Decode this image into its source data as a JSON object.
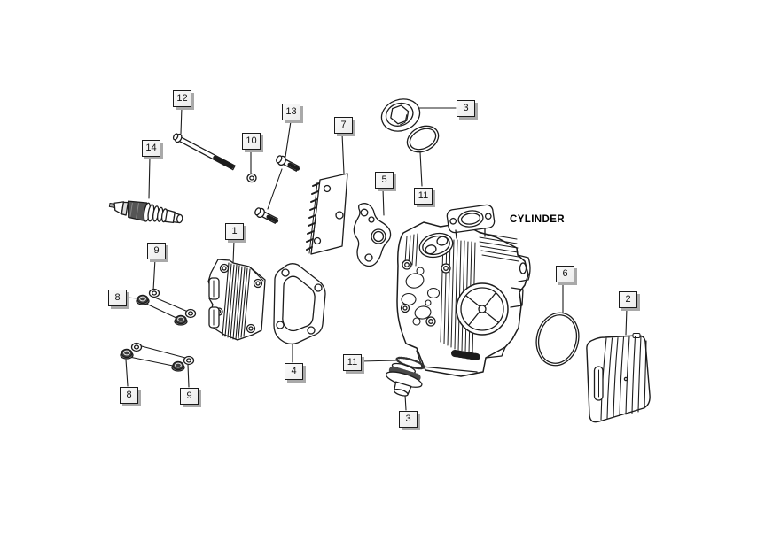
{
  "diagram": {
    "cylinder_label": "CYLINDER",
    "colors": {
      "background": "#ffffff",
      "line": "#1c1c1c",
      "callout_face": "#f2f2f2",
      "callout_border": "#1a1a1a",
      "callout_shadow": "#a9a9a9",
      "callout_text": "#111111"
    }
  },
  "callouts": [
    {
      "label": "12"
    },
    {
      "label": "13"
    },
    {
      "label": "10"
    },
    {
      "label": "14"
    },
    {
      "label": "7"
    },
    {
      "label": "3"
    },
    {
      "label": "11"
    },
    {
      "label": "5"
    },
    {
      "label": "1"
    },
    {
      "label": "9"
    },
    {
      "label": "8"
    },
    {
      "label": "6"
    },
    {
      "label": "2"
    },
    {
      "label": "4"
    },
    {
      "label": "11"
    },
    {
      "label": "3"
    },
    {
      "label": "8"
    },
    {
      "label": "9"
    }
  ]
}
